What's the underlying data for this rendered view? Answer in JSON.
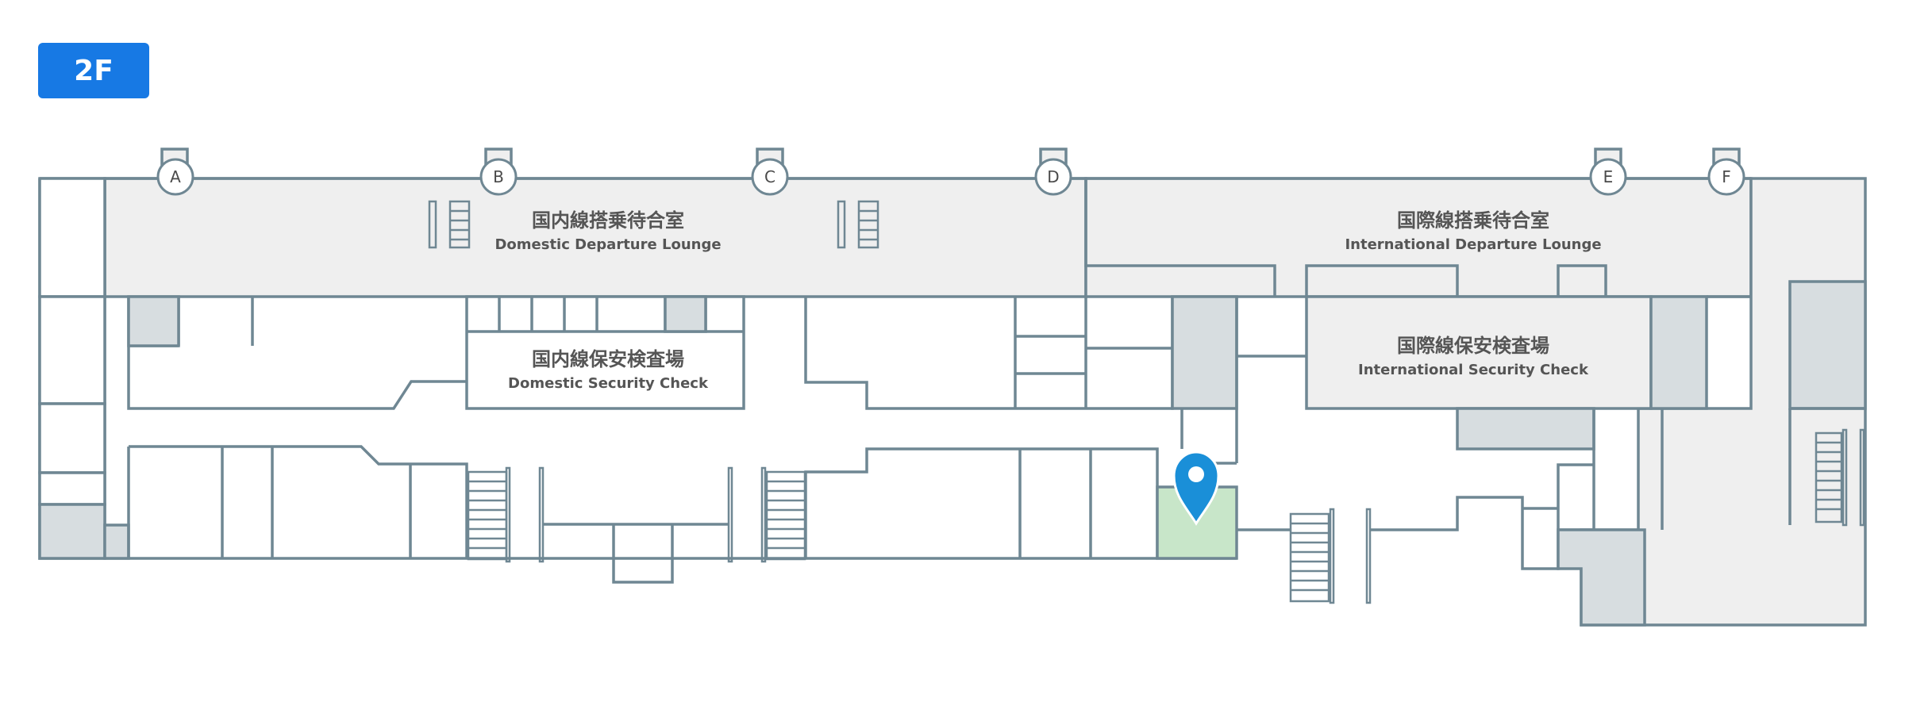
{
  "floor": {
    "label": "2F"
  },
  "gates": [
    "A",
    "B",
    "C",
    "D",
    "E",
    "F"
  ],
  "areas": {
    "domestic_lounge": {
      "jp": "国内線搭乗待合室",
      "en": "Domestic Departure Lounge"
    },
    "international_lounge": {
      "jp": "国際線搭乗待合室",
      "en": "International Departure Lounge"
    },
    "domestic_security": {
      "jp": "国内線保安検査場",
      "en": "Domestic Security Check"
    },
    "international_security": {
      "jp": "国際線保安検査場",
      "en": "International Security Check"
    }
  },
  "marker": {
    "icon": "location-pin-icon",
    "color": "#1a8fd8"
  },
  "colors": {
    "wall": "#6f8793",
    "lounge": "#efefef",
    "service": "#d7dde0",
    "highlight": "#c8e6c9",
    "badge": "#1779e4"
  }
}
